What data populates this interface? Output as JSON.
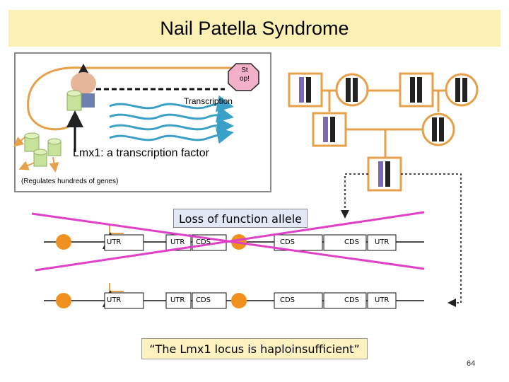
{
  "slide": {
    "title": "Nail Patella Syndrome",
    "page_number": "64"
  },
  "panel": {
    "stop_label_line1": "St",
    "stop_label_line2": "op!",
    "transcription_label": "Transcription",
    "lmx_title": "Lmx1: a transcription factor",
    "lmx_subtitle": "(Regulates hundreds of genes)"
  },
  "gene_diagram": {
    "loss_label": "Loss of function allele",
    "quote": "“The Lmx1 locus is haploinsufficient”",
    "allele_top": [
      "UTR",
      "UTR",
      "CDS",
      "CDS",
      "CDS",
      "UTR"
    ],
    "allele_bottom": [
      "UTR",
      "UTR",
      "CDS",
      "CDS",
      "CDS",
      "UTR"
    ]
  },
  "colors": {
    "title_bg": "#fdf0b4",
    "affected": "#7a6aaf",
    "line_orange": "#e6a04a",
    "cross_magenta": "#e040c8",
    "wave_blue": "#3aa0c8",
    "exon_orange": "#f0901e",
    "quote_bg": "#fff2c0",
    "loss_bg": "#e3e8f6"
  }
}
